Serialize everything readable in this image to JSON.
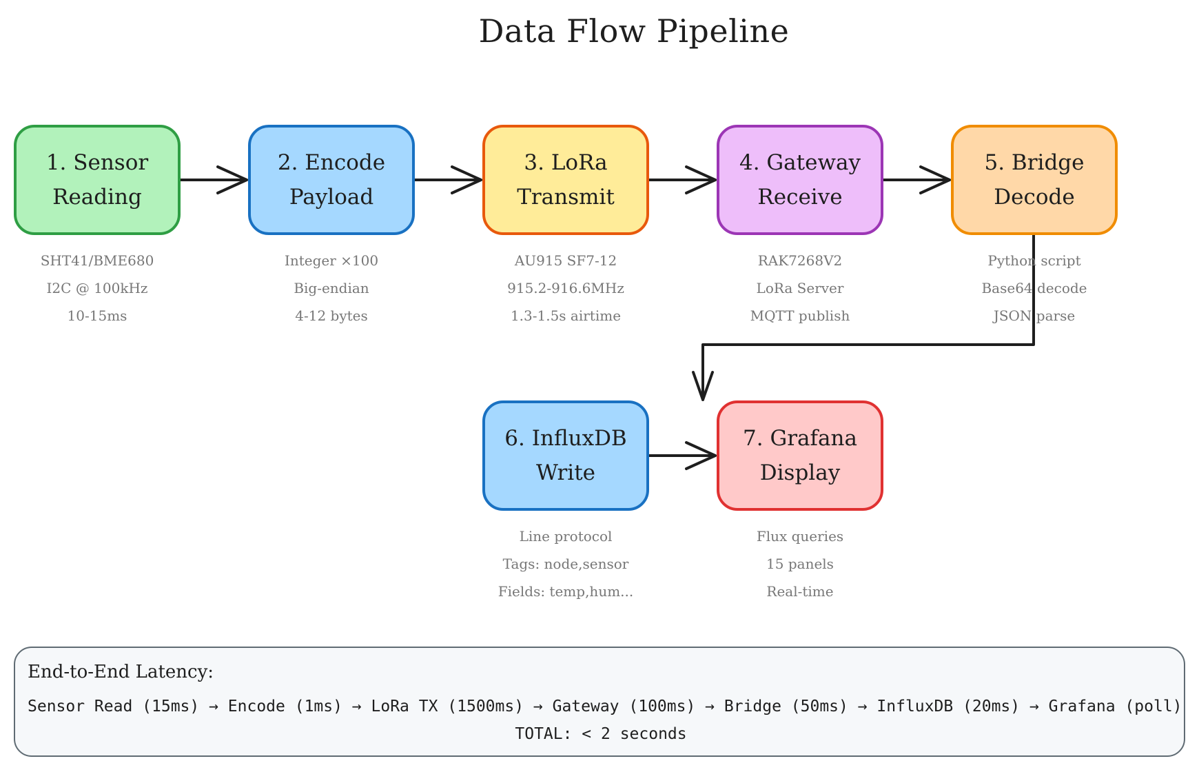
{
  "diagram": {
    "title": "Data Flow Pipeline",
    "stages": [
      {
        "title": "1. Sensor\nReading",
        "notes": [
          "SHT41/BME680",
          "I2C @ 100kHz",
          "10-15ms"
        ],
        "fill": "#b2f2bb",
        "stroke": "#2f9e44"
      },
      {
        "title": "2. Encode\nPayload",
        "notes": [
          "Integer ×100",
          "Big-endian",
          "4-12 bytes"
        ],
        "fill": "#a5d8ff",
        "stroke": "#1971c2"
      },
      {
        "title": "3. LoRa\nTransmit",
        "notes": [
          "AU915 SF7-12",
          "915.2-916.6MHz",
          "1.3-1.5s airtime"
        ],
        "fill": "#ffec99",
        "stroke": "#e8590c"
      },
      {
        "title": "4. Gateway\nReceive",
        "notes": [
          "RAK7268V2",
          "LoRa Server",
          "MQTT publish"
        ],
        "fill": "#eebefa",
        "stroke": "#9c36b5"
      },
      {
        "title": "5. Bridge\nDecode",
        "notes": [
          "Python script",
          "Base64 decode",
          "JSON parse"
        ],
        "fill": "#ffd8a8",
        "stroke": "#f08c00"
      },
      {
        "title": "6. InfluxDB\nWrite",
        "notes": [
          "Line protocol",
          "Tags: node,sensor",
          "Fields: temp,hum..."
        ],
        "fill": "#a5d8ff",
        "stroke": "#1971c2"
      },
      {
        "title": "7. Grafana\nDisplay",
        "notes": [
          "Flux queries",
          "15 panels",
          "Real-time"
        ],
        "fill": "#ffc9c9",
        "stroke": "#e03131"
      }
    ],
    "connector_color": "#1e1e1e"
  },
  "latency": {
    "heading": "End-to-End Latency:",
    "chain": "Sensor Read (15ms) → Encode (1ms) → LoRa TX (1500ms) → Gateway (100ms) → Bridge (50ms) → InfluxDB (20ms) → Grafana (poll)",
    "total": "TOTAL: < 2 seconds",
    "fill": "#f6f8fa",
    "stroke": "#5f6b73"
  }
}
